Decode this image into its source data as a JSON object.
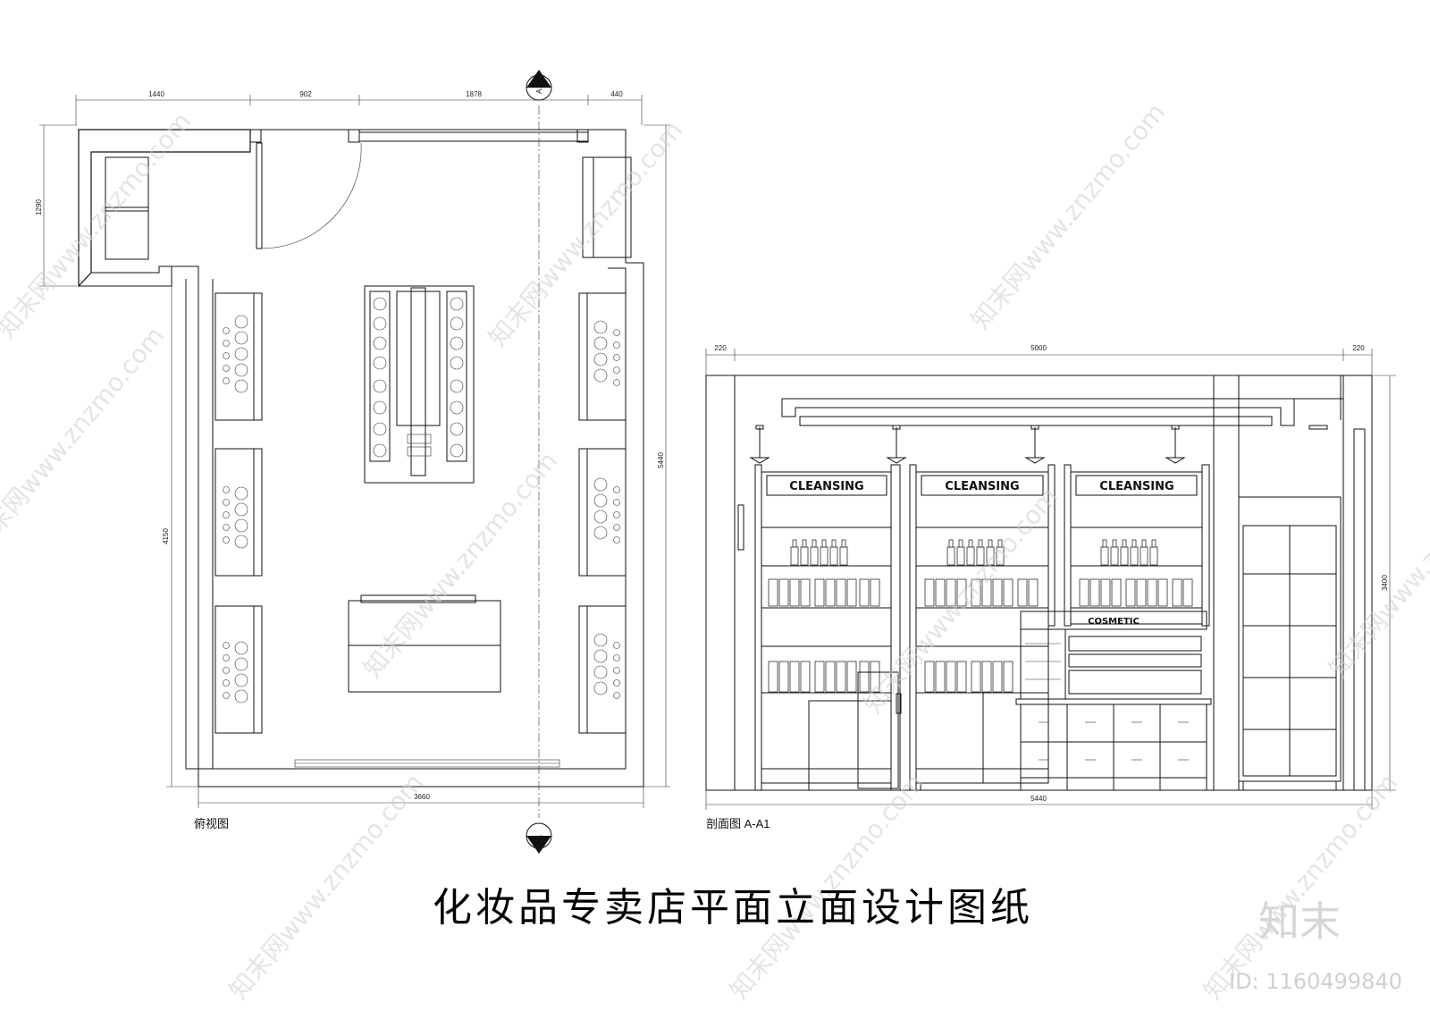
{
  "plan": {
    "label": "俯视图",
    "dims_top": [
      "1440",
      "902",
      "1878",
      "440"
    ],
    "dim_left_upper": "1290",
    "dim_left_lower": "4150",
    "dim_right": "5440",
    "dim_bottom": "3660"
  },
  "section": {
    "label": "剖面图 A-A1",
    "dims_top": [
      "220",
      "5000",
      "220"
    ],
    "dim_right": "3400",
    "dim_bottom": "5440",
    "shelf_signs": [
      "CLEANSING",
      "CLEANSING",
      "CLEANSING"
    ],
    "counter_sign": "COSMETIC"
  },
  "section_marks": {
    "top": "A1",
    "bottom": "A"
  },
  "drawing_title": "化妆品专卖店平面立面设计图纸",
  "watermark": {
    "text": "知末网www.znzmo.com",
    "logo": "知末",
    "id": "ID: 1160499840"
  }
}
